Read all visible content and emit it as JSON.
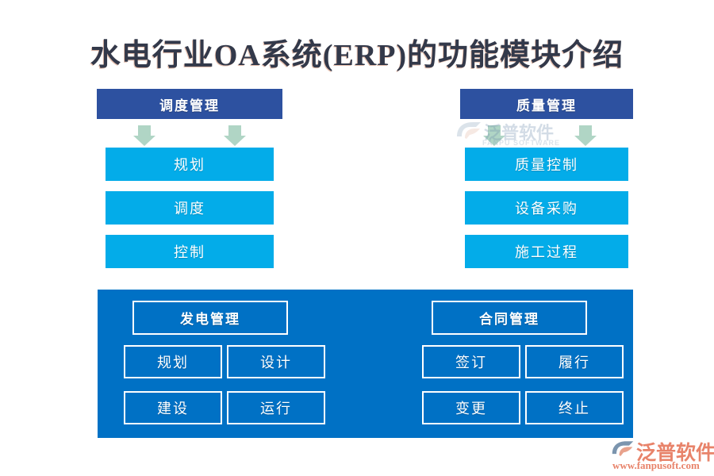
{
  "page": {
    "title": "水电行业OA系统(ERP)的功能模块介绍"
  },
  "colors": {
    "header_navy": "#2d51a0",
    "item_blue": "#03ace9",
    "panel_blue": "#0071c5",
    "arrow_green": "#b0d5c5",
    "title_text": "#33394a",
    "brand_orange": "#e8836a"
  },
  "columns": [
    {
      "header": "调度管理",
      "arrows": [
        "arrow-down-icon",
        "arrow-down-icon"
      ],
      "items": [
        "规划",
        "调度",
        "控制"
      ]
    },
    {
      "header": "质量管理",
      "arrows": [
        "arrow-down-icon",
        "arrow-down-icon"
      ],
      "items": [
        "质量控制",
        "设备采购",
        "施工过程"
      ]
    }
  ],
  "bottom_panel": {
    "groups": [
      {
        "header": "发电管理",
        "items": [
          "规划",
          "设计",
          "建设",
          "运行"
        ]
      },
      {
        "header": "合同管理",
        "items": [
          "签订",
          "履行",
          "变更",
          "终止"
        ]
      }
    ]
  },
  "watermark": {
    "icon": "fanpu-logo-icon",
    "name": "泛普软件",
    "subtitle": "FANPU SOFTWARE"
  },
  "brand": {
    "icon": "fanpu-logo-icon",
    "name": "泛普软件",
    "url": "www.fanpusoft.com"
  }
}
